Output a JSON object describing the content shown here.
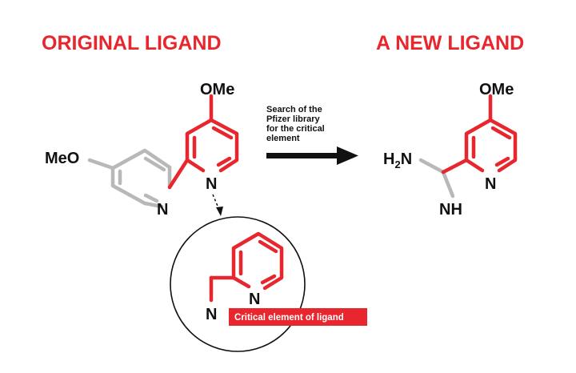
{
  "titles": {
    "left": "ORIGINAL LIGAND",
    "right": "A NEW LIGAND"
  },
  "original_ligand": {
    "ome_label": "OMe",
    "meo_label": "MeO",
    "n_red_ring": "N",
    "n_gray_ring": "N"
  },
  "search_note": {
    "lines": [
      "Search of the",
      "Pfizer library",
      "for the critical",
      "element"
    ]
  },
  "critical_element": {
    "n_ring": "N",
    "n_amine": "N",
    "label": "Critical element of ligand"
  },
  "new_ligand": {
    "ome_label": "OMe",
    "h2n_label": "H",
    "h2n_sub": "2",
    "h2n_n": "N",
    "nh_label": "NH",
    "n_ring": "N"
  },
  "colors": {
    "accent": "#e8262d",
    "gray_bond": "#b8b8b8",
    "text": "#111111"
  }
}
